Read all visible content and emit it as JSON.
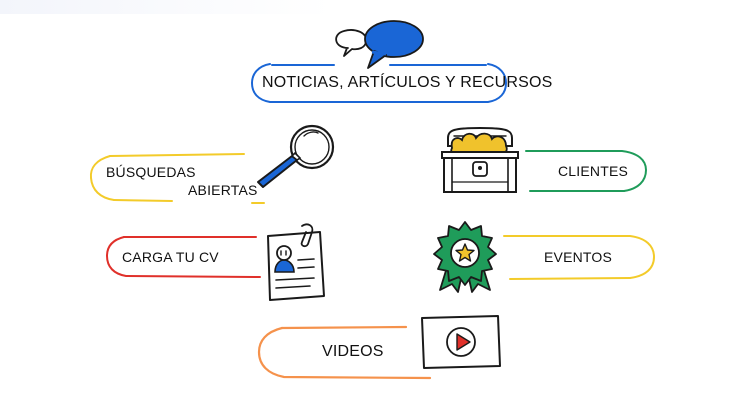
{
  "header": {
    "title": "NOTICIAS, ARTÍCULOS Y RECURSOS",
    "icon": "speech-bubbles-icon"
  },
  "menu": {
    "busquedas": {
      "line1": "BÚSQUEDAS",
      "line2": "ABIERTAS",
      "icon": "magnifier-icon"
    },
    "clientes": {
      "label": "CLIENTES",
      "icon": "treasure-chest-icon"
    },
    "carga_cv": {
      "label": "CARGA TU CV",
      "icon": "cv-document-icon"
    },
    "eventos": {
      "label": "EVENTOS",
      "icon": "award-badge-icon"
    },
    "videos": {
      "label": "VIDEOS",
      "icon": "play-button-icon"
    }
  },
  "colors": {
    "blue": "#1a66d6",
    "yellow": "#f3cb2a",
    "green": "#1f9c5a",
    "red": "#e0302a",
    "orange": "#f5924c",
    "gold": "#f0c22c",
    "ink": "#1a1a1a"
  }
}
